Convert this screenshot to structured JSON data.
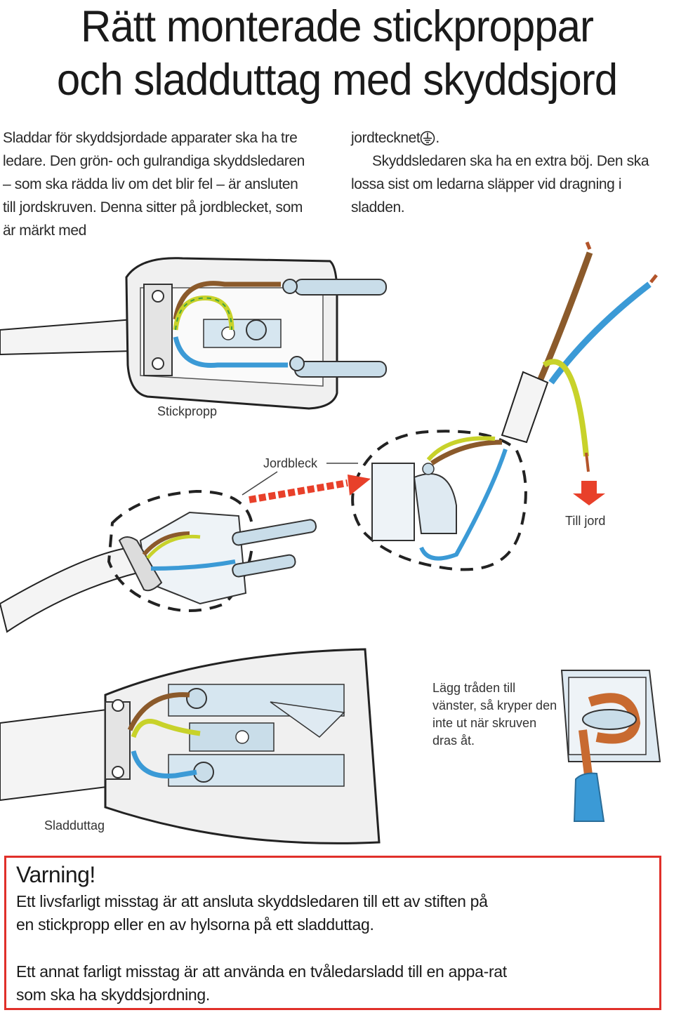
{
  "title": {
    "line1": "Rätt monterade stickproppar",
    "line2": "och sladduttag med skyddsjord"
  },
  "intro": {
    "left": "Sladdar för skyddsjordade apparater ska ha tre ledare. Den grön- och gulrandiga skyddsledaren – som ska rädda liv om det blir fel – är ansluten till jordskruven. Denna sitter på jordblecket, som är märkt med",
    "right_start": "jordtecknet",
    "right_end": ".",
    "right_p2": "Skyddsledaren ska ha en extra böj. Den ska lossa sist om ledarna släpper vid dragning i sladden."
  },
  "labels": {
    "stickpropp": "Stickpropp",
    "jordbleck": "Jordbleck",
    "till_jord": "Till jord",
    "sladduttag": "Sladduttag",
    "tip": "Lägg tråden till vänster, så kryper den inte ut när skruven dras åt."
  },
  "warning": {
    "heading": "Varning!",
    "p1": "Ett livsfarligt misstag är att ansluta skyddsledaren till ett av stiften på en stickpropp eller en av hylsorna på ett sladduttag.",
    "p2": "Ett annat farligt misstag är att använda en tvåledarsladd till en appa-rat som ska ha skyddsjordning."
  },
  "icons": [
    "earth-symbol-icon",
    "red-arrow-icon",
    "down-arrow-icon"
  ],
  "colors": {
    "brown_wire": "#8b5a2b",
    "blue_wire": "#3b9ad6",
    "yellow_green_wire": "#c8d22a",
    "metal": "#bcd6e8",
    "warning_border": "#e0302a",
    "arrow": "#e8402a"
  }
}
